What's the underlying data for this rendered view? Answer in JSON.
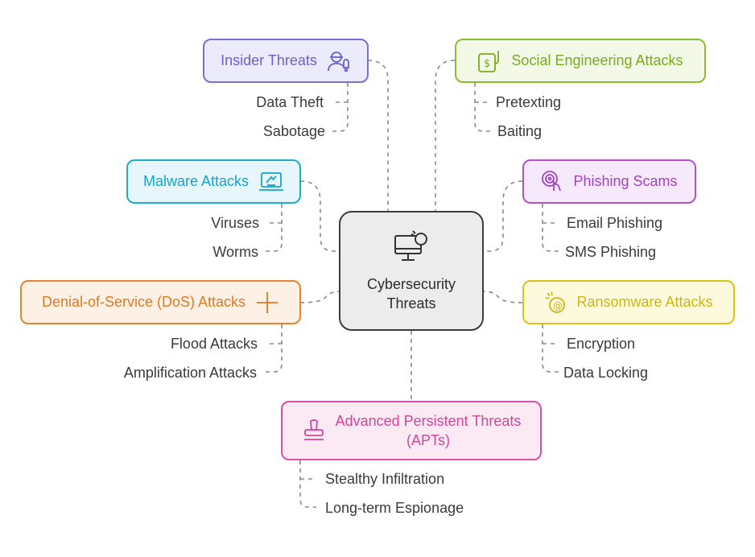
{
  "center": {
    "line1": "Cybersecurity",
    "line2": "Threats",
    "icon": "monitor-magnifier-icon"
  },
  "branches": {
    "insider": {
      "label": "Insider Threats",
      "icon": "spy-user-icon",
      "color": "#7b6fd6",
      "fill": "#ecebfb",
      "children": [
        "Data Theft",
        "Sabotage"
      ]
    },
    "social": {
      "label": "Social Engineering Attacks",
      "icon": "fishing-hook-icon",
      "color": "#8bbf2e",
      "fill": "#f3f9e6",
      "children": [
        "Pretexting",
        "Baiting"
      ]
    },
    "malware": {
      "label": "Malware Attacks",
      "icon": "infected-laptop-icon",
      "color": "#1aaed3",
      "fill": "#e6f6fb",
      "children": [
        "Viruses",
        "Worms"
      ]
    },
    "phishing": {
      "label": "Phishing Scams",
      "icon": "fingerprint-click-icon",
      "color": "#b44fd1",
      "fill": "#f6e9fb",
      "children": [
        "Email Phishing",
        "SMS Phishing"
      ]
    },
    "dos": {
      "label": "Denial-of-Service (DoS) Attacks",
      "icon": "plus-icon",
      "color": "#e8822e",
      "fill": "#fdf0e4",
      "children": [
        "Flood Attacks",
        "Amplification Attacks"
      ]
    },
    "ransomware": {
      "label": "Ransomware Attacks",
      "icon": "bomb-at-icon",
      "color": "#d9c41a",
      "fill": "#fcf9dd",
      "children": [
        "Encryption",
        "Data Locking"
      ]
    },
    "apt": {
      "label1": "Advanced Persistent Threats",
      "label2": "(APTs)",
      "icon": "stamp-icon",
      "color": "#dc4fa4",
      "fill": "#fbe9f3",
      "children": [
        "Stealthy Infiltration",
        "Long-term Espionage"
      ]
    }
  }
}
